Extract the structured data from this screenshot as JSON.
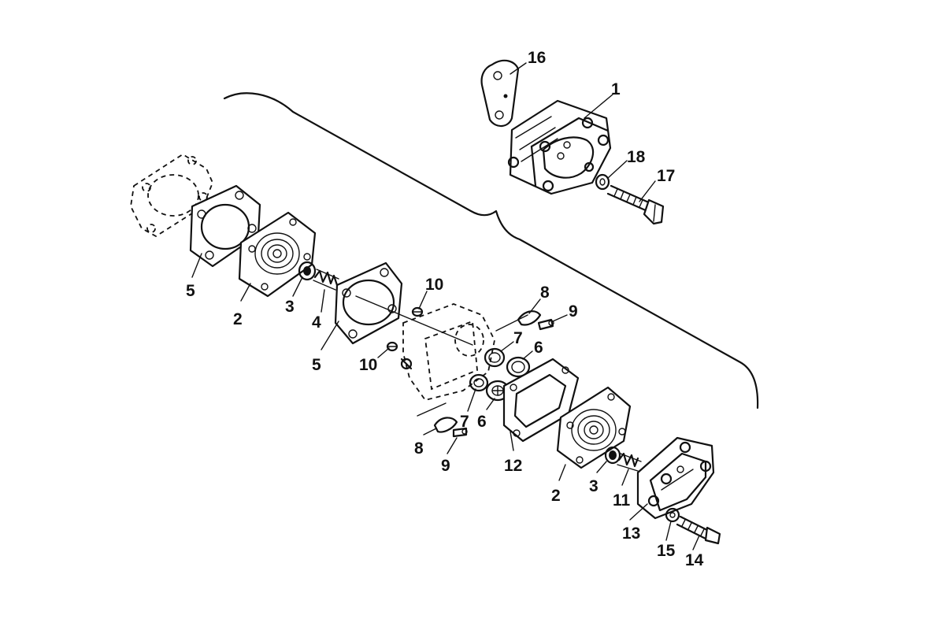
{
  "diagram": {
    "parts": [
      {
        "id": "callout-16",
        "label": "16"
      },
      {
        "id": "callout-1",
        "label": "1"
      },
      {
        "id": "callout-18",
        "label": "18"
      },
      {
        "id": "callout-17",
        "label": "17"
      },
      {
        "id": "callout-5a",
        "label": "5"
      },
      {
        "id": "callout-2a",
        "label": "2"
      },
      {
        "id": "callout-3a",
        "label": "3"
      },
      {
        "id": "callout-4",
        "label": "4"
      },
      {
        "id": "callout-5b",
        "label": "5"
      },
      {
        "id": "callout-10a",
        "label": "10"
      },
      {
        "id": "callout-10b",
        "label": "10"
      },
      {
        "id": "callout-8a",
        "label": "8"
      },
      {
        "id": "callout-9a",
        "label": "9"
      },
      {
        "id": "callout-7a",
        "label": "7"
      },
      {
        "id": "callout-6a",
        "label": "6"
      },
      {
        "id": "callout-7b",
        "label": "7"
      },
      {
        "id": "callout-6b",
        "label": "6"
      },
      {
        "id": "callout-8b",
        "label": "8"
      },
      {
        "id": "callout-9b",
        "label": "9"
      },
      {
        "id": "callout-12",
        "label": "12"
      },
      {
        "id": "callout-2b",
        "label": "2"
      },
      {
        "id": "callout-3b",
        "label": "3"
      },
      {
        "id": "callout-11",
        "label": "11"
      },
      {
        "id": "callout-13",
        "label": "13"
      },
      {
        "id": "callout-15",
        "label": "15"
      },
      {
        "id": "callout-14",
        "label": "14"
      }
    ]
  }
}
